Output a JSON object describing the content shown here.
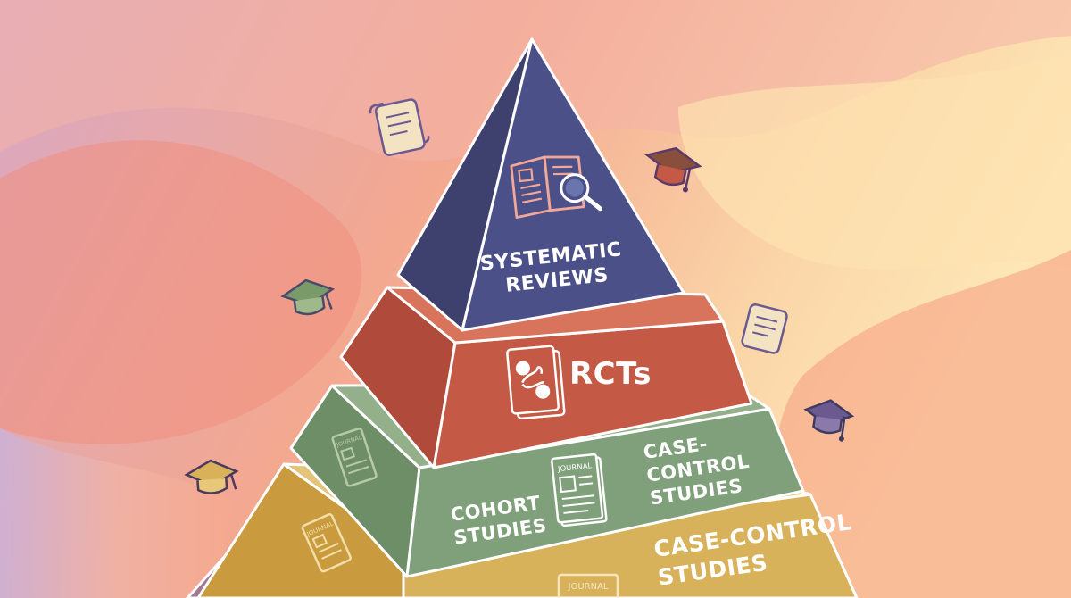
{
  "pyramid": {
    "levels": [
      {
        "id": "systematic-reviews",
        "label_lines": [
          "SYSTEMATIC",
          "REVIEWS"
        ],
        "icon": "open-book-magnifier-icon",
        "color": "#4c5088"
      },
      {
        "id": "rcts",
        "label_lines": [
          "RCTs"
        ],
        "icon": "randomization-card-icon",
        "color": "#c45a45"
      },
      {
        "id": "cohort",
        "label_lines": [
          "COHORT",
          "STUDIES"
        ],
        "icon": "journal-icon",
        "color": "#7fa07a"
      },
      {
        "id": "case-control-green",
        "label_lines": [
          "CASE-",
          "CONTROL",
          "STUDIES"
        ],
        "icon": "journal-icon",
        "color": "#7fa07a"
      },
      {
        "id": "case-control-yellow",
        "label_lines": [
          "CASE-CONTROL",
          "STUDIES"
        ],
        "icon": "journal-icon",
        "color": "#d8b25a"
      }
    ],
    "journal_word": "JOURNAL",
    "journal_word_misspelled": "JOURNAL"
  },
  "decorations": {
    "icons": [
      "scroll-icon",
      "graduation-cap-icon"
    ],
    "colors": {
      "scroll": "#f4e3c2",
      "cap_dark": "#6b5a90",
      "cap_green": "#7a9a6a",
      "cap_brown": "#8a4e3c",
      "cap_yellow": "#d9b158"
    }
  }
}
